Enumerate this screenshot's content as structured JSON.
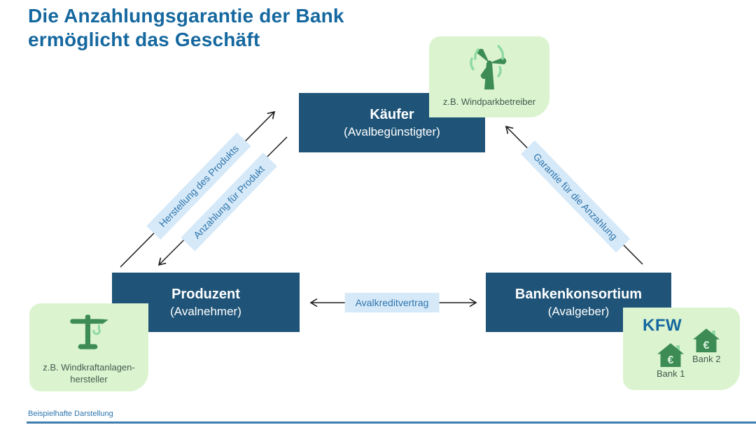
{
  "title": {
    "line1": "Die Anzahlungsgarantie der Bank",
    "line2": "ermöglicht das Geschäft"
  },
  "nodes": {
    "kaeufer": {
      "name": "Käufer",
      "role": "(Avalbegünstigter)"
    },
    "produzent": {
      "name": "Produzent",
      "role": "(Avalnehmer)"
    },
    "banken": {
      "name": "Bankenkonsortium",
      "role": "(Avalgeber)"
    }
  },
  "notes": {
    "windpark": {
      "icon": "wind-turbine-icon",
      "label": "z.B. Windparkbetreiber"
    },
    "windkraft": {
      "icon": "crane-icon",
      "label": "z.B. Windkraftanlagen-\nhersteller"
    },
    "kfw": {
      "logo": "KFW",
      "euro": "€",
      "bank1": "Bank 1",
      "bank2": "Bank 2"
    }
  },
  "edges": {
    "herstellung": "Herstellung des Produkts",
    "anzahlung": "Anzahlung für Produkt",
    "avalkredit": "Avalkreditvertrag",
    "garantie": "Garantie für die Anzahlung"
  },
  "footer": {
    "note": "Beispielhafte Darstellung"
  },
  "colors": {
    "title_blue": "#15689f",
    "node_blue": "#1f5478",
    "chip_bg": "#d6e9f8",
    "chip_text": "#2e75ad",
    "note_green": "#dbf4cf",
    "icon_green_dark": "#3e8c55",
    "icon_green_light": "#8fd9a2",
    "arrow_black": "#1a1a1a"
  }
}
